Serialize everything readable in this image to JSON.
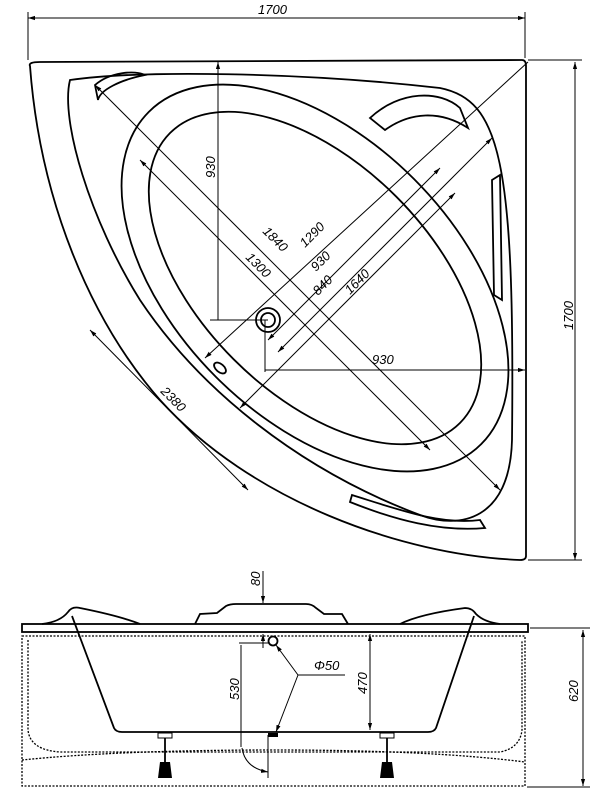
{
  "top_view": {
    "width_label": "1700",
    "depth_label": "1700",
    "drain_offset_vertical": "930",
    "drain_offset_horizontal": "930",
    "diagonal_1840": "1840",
    "diagonal_1300": "1300",
    "diagonal_1290": "1290",
    "diagonal_930": "930",
    "diagonal_840": "840",
    "diagonal_1640": "1640",
    "front_edge": "2380"
  },
  "side_view": {
    "headrest_height": "80",
    "drain_diameter": "Φ50",
    "overflow_height": "530",
    "inner_depth": "470",
    "total_height": "620"
  }
}
